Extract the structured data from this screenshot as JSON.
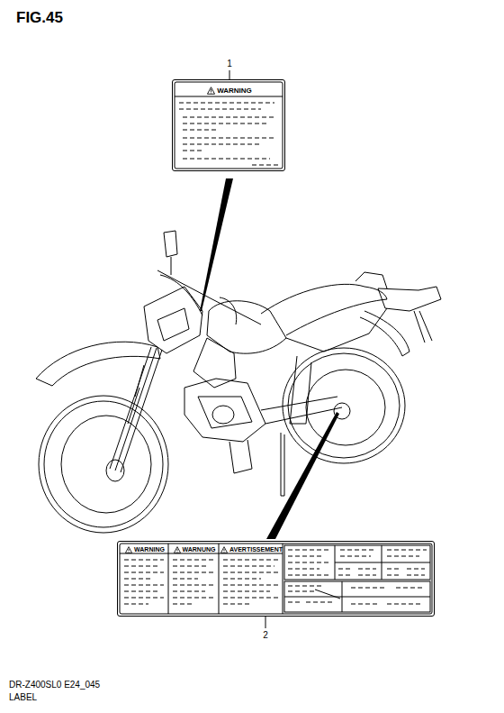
{
  "diagram": {
    "title": "FIG.45",
    "caption": "LABEL",
    "nodes": [
      {
        "text": [
          "WARNING"
        ]
      },
      {
        "text": [
          "WARNING",
          "WARNUNG",
          "AVERTISSEMENT"
        ]
      }
    ],
    "labels": [
      "1",
      "2",
      "DR-Z400SL0 E24_045"
    ]
  }
}
